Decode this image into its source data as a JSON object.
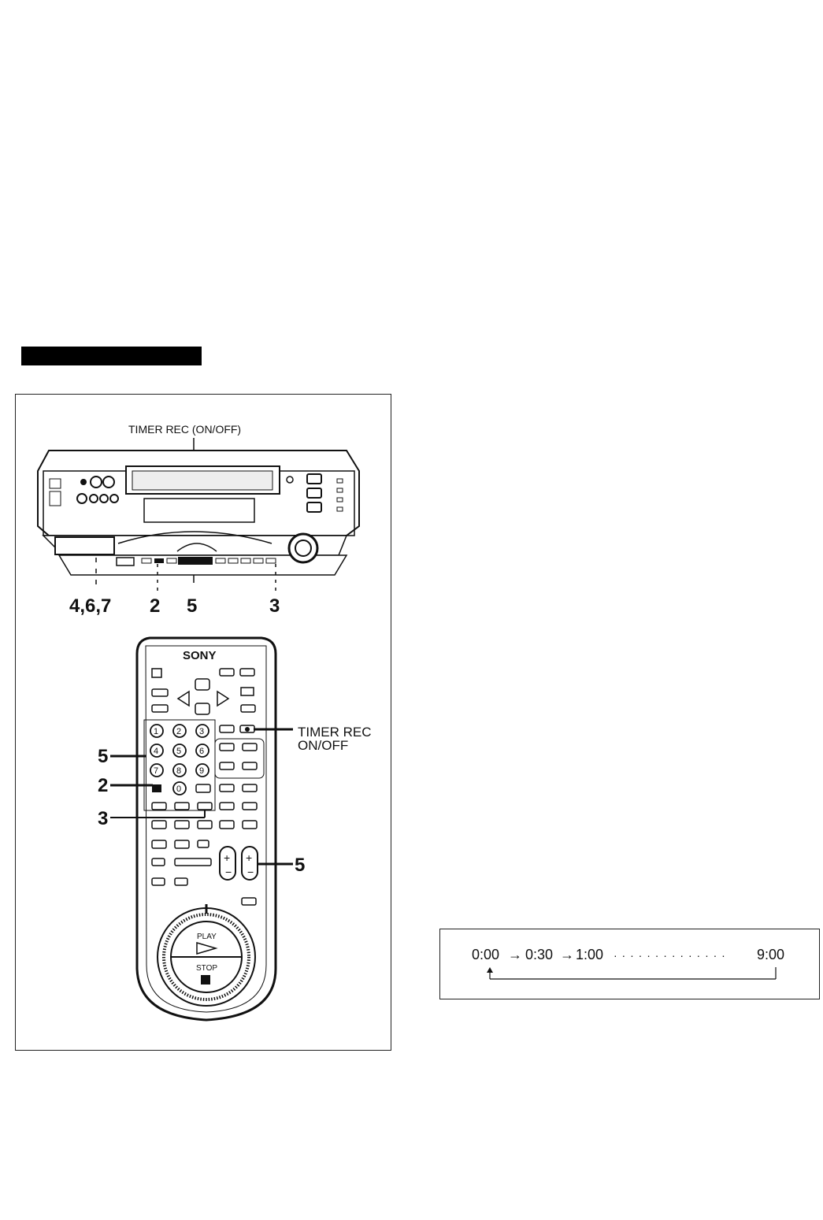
{
  "figure": {
    "top_label": "TIMER REC (ON/OFF)",
    "vcr_callouts": [
      "4,6,7",
      "2",
      "5",
      "3"
    ],
    "remote_brand": "SONY",
    "remote_timer_label_line1": "TIMER REC",
    "remote_timer_label_line2": "ON/OFF",
    "remote_callout_5a": "5",
    "remote_callout_2": "2",
    "remote_callout_3": "3",
    "remote_callout_5b": "5",
    "keypad": [
      "1",
      "2",
      "3",
      "4",
      "5",
      "6",
      "7",
      "8",
      "9",
      "0"
    ],
    "play_label": "PLAY",
    "stop_label": "STOP"
  },
  "timeline": {
    "t0": "0:00",
    "t1": "0:30",
    "t2": "1:00",
    "t_end": "9:00",
    "arrow": "→",
    "dots": "· · · · · · · · · · · · · ·"
  }
}
